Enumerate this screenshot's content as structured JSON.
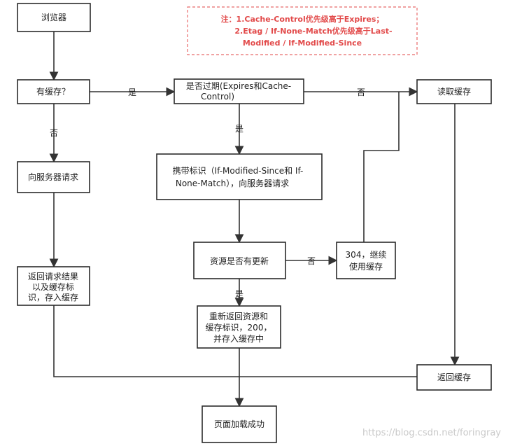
{
  "note": {
    "lines": [
      "注：1.Cache-Control优先级高于Expires；",
      "2.Etag / If-None-Match优先级高于Last-",
      "Modified / If-Modified-Since"
    ]
  },
  "nodes": {
    "browser": {
      "lines": [
        "浏览器"
      ]
    },
    "has_cache": {
      "lines": [
        "有缓存？"
      ]
    },
    "request_server": {
      "lines": [
        "向服务器请求"
      ]
    },
    "return_result": {
      "lines": [
        "返回请求结果",
        "以及缓存标",
        "识，存入缓存"
      ]
    },
    "expired": {
      "lines": [
        "是否过期(Expires和Cache-",
        "Control)"
      ]
    },
    "carry_tag": {
      "lines": [
        "携带标识（If-Modified-Since和 If-",
        "None-Match），向服务器请求"
      ]
    },
    "resource_updated": {
      "lines": [
        "资源是否有更新"
      ]
    },
    "use_cache_304": {
      "lines": [
        "304，继续",
        "使用缓存"
      ]
    },
    "return_new": {
      "lines": [
        "重新返回资源和",
        "缓存标识，200，",
        "并存入缓存中"
      ]
    },
    "read_cache": {
      "lines": [
        "读取缓存"
      ]
    },
    "return_cache": {
      "lines": [
        "返回缓存"
      ]
    },
    "page_loaded": {
      "lines": [
        "页面加载成功"
      ]
    }
  },
  "edge_labels": {
    "yes_cache": "是",
    "no_cache": "否",
    "not_expired": "否",
    "expired_yes": "是",
    "not_updated": "否",
    "updated": "是"
  },
  "watermark": "https://blog.csdn.net/foringray"
}
